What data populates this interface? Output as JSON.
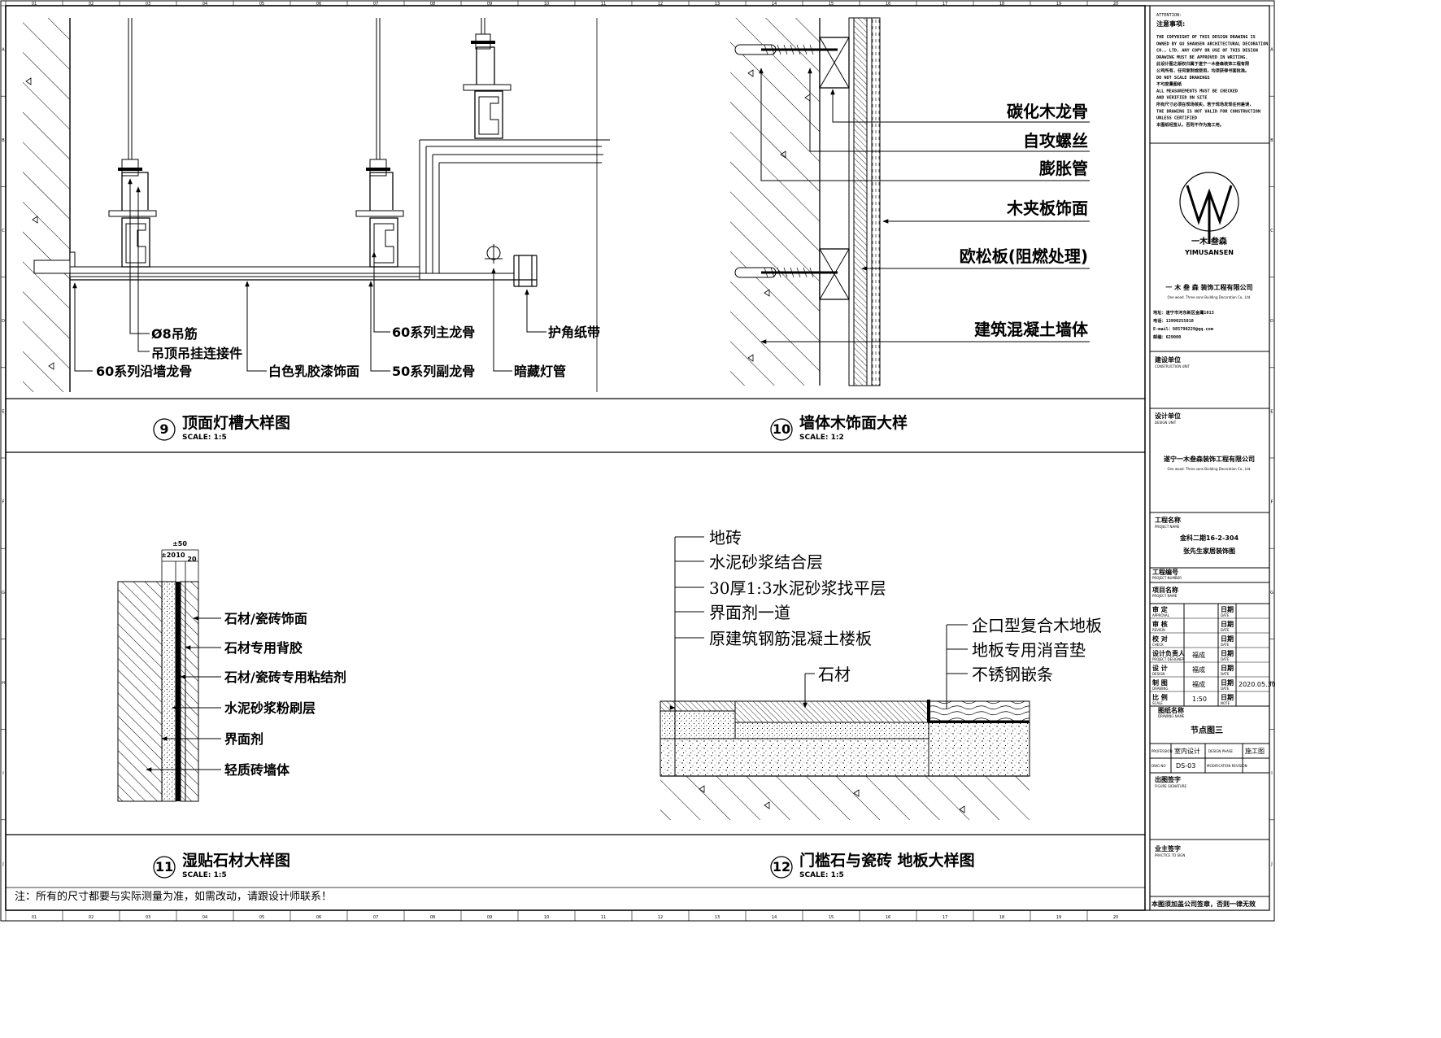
{
  "detail9": {
    "number": "9",
    "title": "顶面灯槽大样图",
    "scale": "SCALE: 1:5",
    "labels": [
      "Ø8吊筋",
      "吊顶吊挂连接件",
      "60系列沿墙龙骨",
      "白色乳胶漆饰面",
      "60系列主龙骨",
      "50系列副龙骨",
      "护角纸带",
      "暗藏灯管"
    ]
  },
  "detail10": {
    "number": "10",
    "title": "墙体木饰面大样",
    "scale": "SCALE: 1:2",
    "labels": [
      "碳化木龙骨",
      "自攻螺丝",
      "膨胀管",
      "木夹板饰面",
      "欧松板(阻燃处理)",
      "建筑混凝土墙体"
    ]
  },
  "detail11": {
    "number": "11",
    "title": "湿贴石材大样图",
    "scale": "SCALE: 1:5",
    "dims": [
      "±50",
      "±20",
      "10",
      "20"
    ],
    "labels": [
      "石材/瓷砖饰面",
      "石材专用背胶",
      "石材/瓷砖专用粘结剂",
      "水泥砂浆粉刷层",
      "界面剂",
      "轻质砖墙体"
    ]
  },
  "detail12": {
    "number": "12",
    "title": "门槛石与瓷砖 地板大样图",
    "scale": "SCALE: 1:5",
    "labels_left": [
      "地砖",
      "水泥砂浆结合层",
      "30厚1:3水泥砂浆找平层",
      "界面剂一道",
      "原建筑钢筋混凝土楼板"
    ],
    "labels_right": [
      "企口型复合木地板",
      "地板专用消音垫",
      "不锈钢嵌条"
    ],
    "label_stone": "石材"
  },
  "note": "注：所有的尺寸都要与实际测量为准，如需改动，请跟设计师联系！",
  "grid": {
    "cols": [
      "01",
      "02",
      "03",
      "04",
      "05",
      "06",
      "07",
      "08",
      "09",
      "10",
      "11",
      "12",
      "13",
      "14",
      "15",
      "16",
      "17",
      "18",
      "19",
      "20"
    ],
    "rows": [
      "A",
      "B",
      "C",
      "D",
      "E",
      "F",
      "G",
      "H",
      "I",
      "J"
    ]
  },
  "titleblock": {
    "attention_heading": "ATTENTION:",
    "attention_cn": "注意事项:",
    "attention_lines": [
      "THE COPYRIGHT OF THIS DESIGN DRAWING IS",
      "OWNED BY GU SHANSEN ARCHITECTURAL DECORATION",
      "CO., LTD. ANY COPY OR USE OF THIS DESIGN",
      "DRAWING MUST BE APPROVED IN WRITING.",
      "此设计图之版权归属于遂宁一木叁森装饰工程有限",
      "公司所有，任何复制或使用，均须获得书面批准。",
      "DO NOT SCALE DRAWINGS",
      "不可度量图纸",
      "ALL MEASUREMENTS MUST BE CHECKED",
      "AND VERIFIED ON SITE",
      "所有尺寸必须在现场核实，若于现场发现任何差误，",
      "THE DRAWING IS NOT VALID FOR CONSTRUCTION",
      "UNLESS CERTIFIED",
      "本图纸经签认，否则不作为施工用。"
    ],
    "logo_cn": "一木·叁森",
    "logo_en": "YIMUSANSEN",
    "company_cn": "一 木 叁 森  装饰工程有限公司",
    "company_en": "One wood. Three sons Building Decoration Co., Ltd.",
    "address_lines": [
      "地址：遂宁市河东新区金鹰1013",
      "电话：13990255018",
      "E-mail：985790229@qq.com",
      "邮编：629000"
    ],
    "construction_unit_cn": "建设单位",
    "construction_unit_en": "CONSTRUCTION UNIT",
    "design_unit_cn": "设计单位",
    "design_unit_en": "DESIGN UNIT",
    "design_company_cn": "遂宁一木叁森装饰工程有限公司",
    "design_company_en": "One wood. Three sons Building Decoration Co., Ltd.",
    "project_name_cn": "工程名称",
    "project_name_en": "PROJECT NAME",
    "project_line1": "金科二期16-2-304",
    "project_line2": "张先生家居装饰图",
    "project_number_cn": "工程编号",
    "project_number_en": "PROJECT NUMBER",
    "item_name_cn": "项目名称",
    "item_name_en": "PROJECT NAME",
    "rows": [
      {
        "cn": "审  定",
        "en": "APPROVAL",
        "person": "",
        "date_cn": "日期",
        "date_en": "DATE",
        "date": ""
      },
      {
        "cn": "审  核",
        "en": "REVIEW",
        "person": "",
        "date_cn": "日期",
        "date_en": "DATE",
        "date": ""
      },
      {
        "cn": "校  对",
        "en": "CHECK",
        "person": "",
        "date_cn": "日期",
        "date_en": "DATE",
        "date": ""
      },
      {
        "cn": "设计负责人",
        "en": "PROJECT DESIGNER",
        "person": "福成",
        "date_cn": "日期",
        "date_en": "DATE",
        "date": ""
      },
      {
        "cn": "设  计",
        "en": "DESIGN",
        "person": "福成",
        "date_cn": "日期",
        "date_en": "DATE",
        "date": ""
      },
      {
        "cn": "制  图",
        "en": "DRAWING",
        "person": "福成",
        "date_cn": "日期",
        "date_en": "DATE",
        "date": "2020.05.30"
      },
      {
        "cn": "比  例",
        "en": "SCALE",
        "person": "1:50",
        "date_cn": "日期",
        "date_en": "NOTE",
        "date": ""
      }
    ],
    "drawing_name_cn": "图纸名称",
    "drawing_name_en": "DRAWING NAME",
    "drawing_name": "节点图三",
    "profession_en": "PROFESSION",
    "profession": "室内设计",
    "design_phase_en": "DESIGN PHASE",
    "design_phase": "施工图",
    "dwg_no_en": "DWG NO",
    "dwg_no": "DS-03",
    "modification_en": "MODIFICATION REVISION",
    "figure_signature_cn": "出图签字",
    "figure_signature_en": "FIGURE SIGNATURE",
    "owner_sign_cn": "业主签字",
    "owner_sign_en": "PRACTICE TO SIGN",
    "footer": "本图须加盖公司签章，否则一律无效"
  },
  "colors": {
    "ink": "#000000",
    "paper": "#ffffff",
    "hatch": "#000000"
  }
}
